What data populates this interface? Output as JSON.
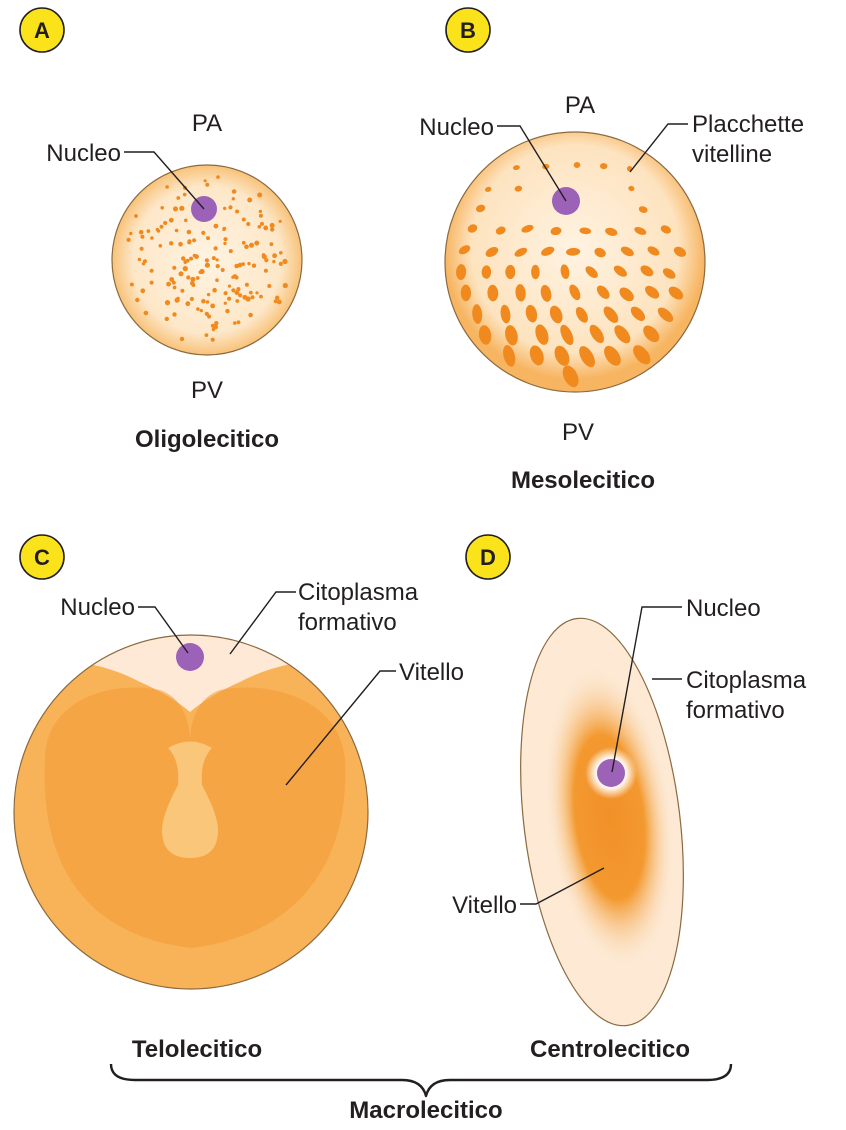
{
  "panels": {
    "a": {
      "badge": "A",
      "pole_top": "PA",
      "pole_bottom": "PV",
      "nucleus_label": "Nucleo",
      "caption": "Oligolecitico"
    },
    "b": {
      "badge": "B",
      "pole_top": "PA",
      "pole_bottom": "PV",
      "nucleus_label": "Nucleo",
      "platelets_label_1": "Placchette",
      "platelets_label_2": "vitelline",
      "caption": "Mesolecitico"
    },
    "c": {
      "badge": "C",
      "nucleus_label": "Nucleo",
      "cytoplasm_label_1": "Citoplasma",
      "cytoplasm_label_2": "formativo",
      "yolk_label": "Vitello",
      "caption": "Telolecitico"
    },
    "d": {
      "badge": "D",
      "nucleus_label": "Nucleo",
      "cytoplasm_label_1": "Citoplasma",
      "cytoplasm_label_2": "formativo",
      "yolk_label": "Vitello",
      "caption": "Centrolecitico"
    }
  },
  "group_caption": "Macrolecitico",
  "colors": {
    "badge_fill": "#fbe31c",
    "egg_light": "#fdebd0",
    "egg_edge": "#f7b560",
    "yolk_orange": "#f2a03c",
    "yolk_deep": "#f29028",
    "platelet": "#f08a1e",
    "nucleus": "#9b62b8",
    "outline": "#8a6a40"
  }
}
